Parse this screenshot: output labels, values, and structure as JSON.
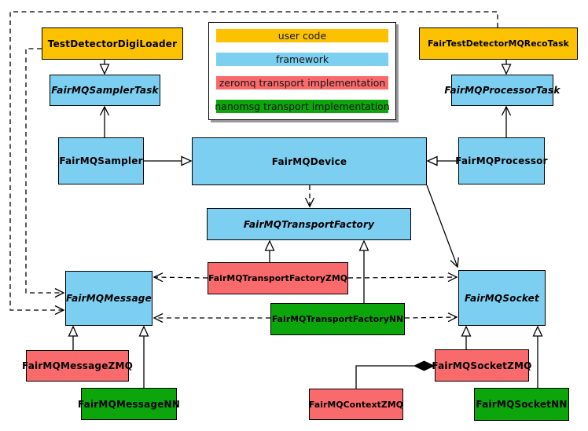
{
  "legend": {
    "items": [
      {
        "label": "user code",
        "color": "#FCC201"
      },
      {
        "label": "framework",
        "color": "#7DCFF1"
      },
      {
        "label": "zeromq transport implementation",
        "color": "#F96A6C"
      },
      {
        "label": "nanomsg transport implementation",
        "color": "#0CA60C"
      }
    ]
  },
  "colors": {
    "user_code": "#FCC201",
    "framework": "#7DCFF1",
    "zeromq": "#F96A6C",
    "nanomsg": "#0CA60C",
    "edge": "#000000"
  },
  "nodes": {
    "test_detector_digi_loader": {
      "label": "TestDetectorDigiLoader",
      "category": "user code",
      "abstract": false
    },
    "fairmq_sampler_task": {
      "label": "FairMQSamplerTask",
      "category": "framework",
      "abstract": true
    },
    "fairmq_sampler": {
      "label": "FairMQSampler",
      "category": "framework",
      "abstract": false
    },
    "fairmq_device": {
      "label": "FairMQDevice",
      "category": "framework",
      "abstract": false
    },
    "fair_test_detector_mq_reco_task": {
      "label": "FairTestDetectorMQRecoTask",
      "category": "user code",
      "abstract": false
    },
    "fairmq_processor_task": {
      "label": "FairMQProcessorTask",
      "category": "framework",
      "abstract": true
    },
    "fairmq_processor": {
      "label": "FairMQProcessor",
      "category": "framework",
      "abstract": false
    },
    "fairmq_transport_factory": {
      "label": "FairMQTransportFactory",
      "category": "framework",
      "abstract": true
    },
    "fairmq_transport_factory_zmq": {
      "label": "FairMQTransportFactoryZMQ",
      "category": "zeromq",
      "abstract": false
    },
    "fairmq_transport_factory_nn": {
      "label": "FairMQTransportFactoryNN",
      "category": "nanomsg",
      "abstract": false
    },
    "fairmq_message": {
      "label": "FairMQMessage",
      "category": "framework",
      "abstract": true
    },
    "fairmq_socket": {
      "label": "FairMQSocket",
      "category": "framework",
      "abstract": true
    },
    "fairmq_message_zmq": {
      "label": "FairMQMessageZMQ",
      "category": "zeromq",
      "abstract": false
    },
    "fairmq_message_nn": {
      "label": "FairMQMessageNN",
      "category": "nanomsg",
      "abstract": false
    },
    "fairmq_socket_zmq": {
      "label": "FairMQSocketZMQ",
      "category": "zeromq",
      "abstract": false
    },
    "fairmq_socket_nn": {
      "label": "FairMQSocketNN",
      "category": "nanomsg",
      "abstract": false
    },
    "fairmq_context_zmq": {
      "label": "FairMQContextZMQ",
      "category": "zeromq",
      "abstract": false
    }
  }
}
